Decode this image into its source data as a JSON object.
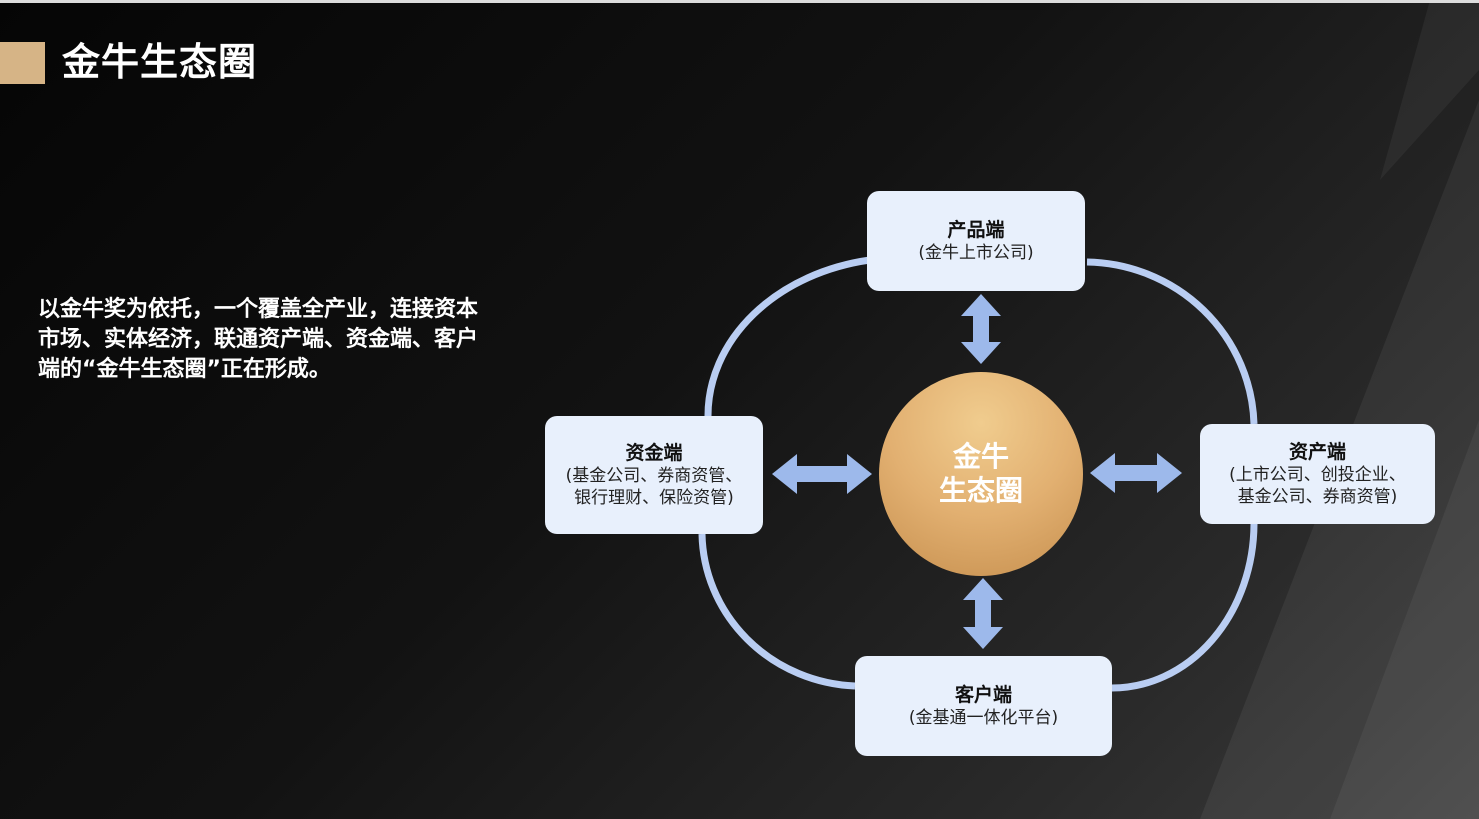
{
  "page": {
    "title": "金牛生态圈",
    "description": "以金牛奖为依托，一个覆盖全产业，连接资本市场、实体经济，联通资产端、资金端、客户端的“金牛生态圈”正在形成。"
  },
  "colors": {
    "accent": "#d6b486",
    "node_bg": "#e8f0fc",
    "ring": "#b9cdf2",
    "arrow": "#9db9eb",
    "center_gold": "#e2b071"
  },
  "center": {
    "line1": "金牛",
    "line2": "生态圈"
  },
  "nodes": {
    "top": {
      "title": "产品端",
      "sub1": "(金牛上市公司)"
    },
    "left": {
      "title": "资金端",
      "sub1": "(基金公司、券商资管、",
      "sub2": "银行理财、保险资管)"
    },
    "right": {
      "title": "资产端",
      "sub1": "(上市公司、创投企业、",
      "sub2": "基金公司、券商资管)"
    },
    "bottom": {
      "title": "客户端",
      "sub1": "(金基通一体化平台)"
    }
  }
}
